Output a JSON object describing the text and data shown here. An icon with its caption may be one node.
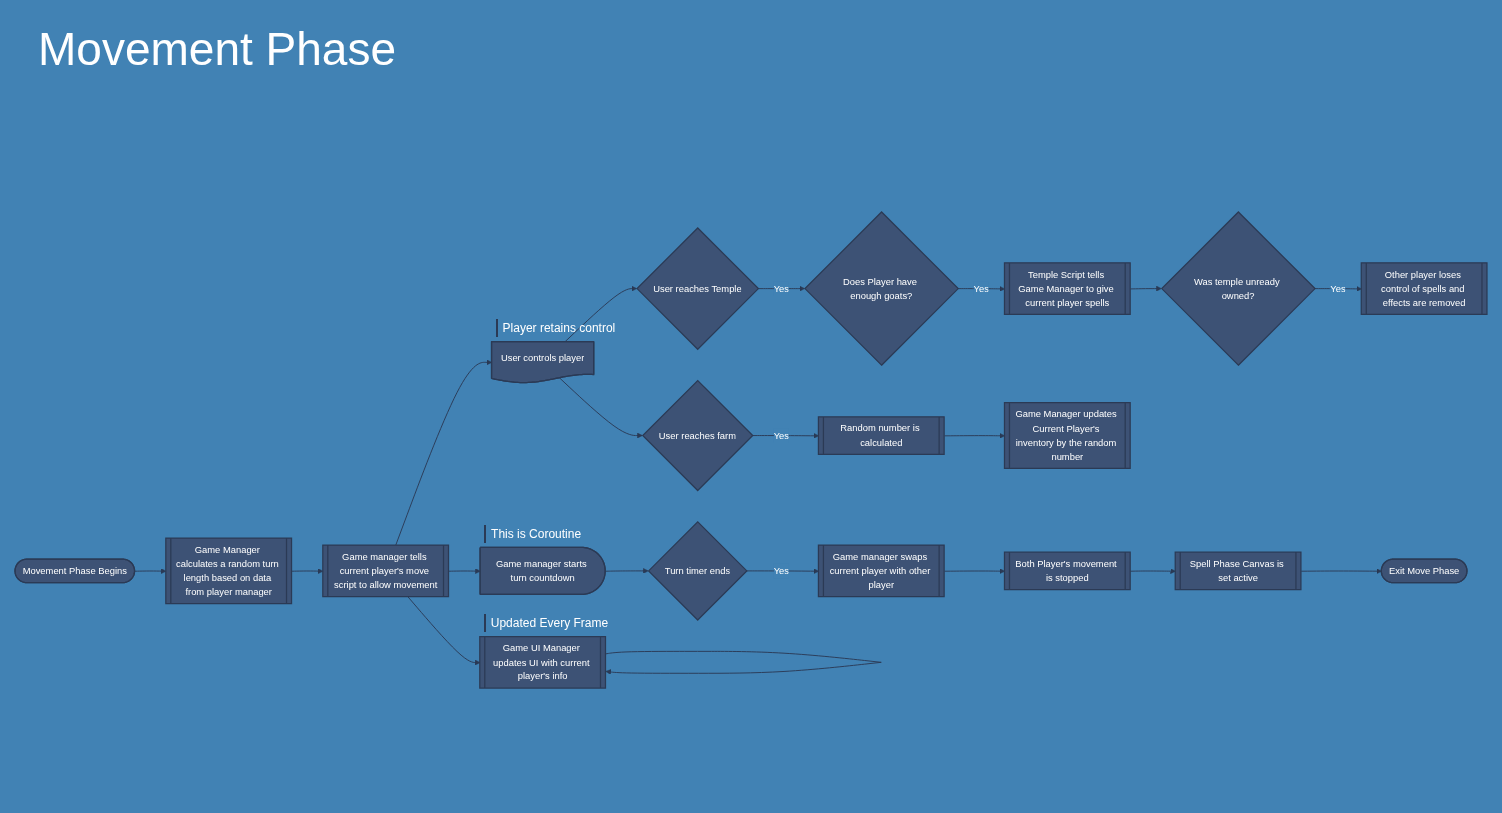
{
  "diagram": {
    "title": "Movement Phase",
    "nodes": [
      {
        "text": [
          "Movement Phase Begins"
        ]
      },
      {
        "text": [
          "Game Manager calculates a random turn length based on data from player manager"
        ]
      },
      {
        "text": [
          "Game manager tells current player's move script to allow movement"
        ]
      },
      {
        "text": [
          "User controls player"
        ],
        "beside": [
          "Player retains control"
        ]
      },
      {
        "text": [
          "User reaches Temple"
        ]
      },
      {
        "text": [
          "Does Player have enough goats?"
        ]
      },
      {
        "text": [
          "Temple Script tells Game Manager to give current player spells"
        ]
      },
      {
        "text": [
          "Was temple unready owned?"
        ]
      },
      {
        "text": [
          "Other player loses control of spells and effects are removed"
        ]
      },
      {
        "text": [
          "Game UI Manager updates UI with current player's info"
        ],
        "beside": [
          "Updated Every Frame"
        ]
      },
      {
        "text": [
          "Game manager starts turn countdown"
        ],
        "beside": [
          "This is Coroutine"
        ]
      },
      {
        "text": [
          "User reaches farm"
        ]
      },
      {
        "text": [
          "Random number is calculated"
        ]
      },
      {
        "text": [
          "Game Manager updates Current Player's inventory by the random number"
        ]
      },
      {
        "text": [
          "Turn timer ends"
        ]
      },
      {
        "text": [
          "Game manager swaps current player with other player"
        ]
      },
      {
        "text": [
          "Both Player's movement is stopped"
        ]
      },
      {
        "text": [
          "Spell Phase Canvas is set active"
        ]
      },
      {
        "text": [
          "Exit Move Phase"
        ]
      }
    ],
    "edges": [
      {
        "from": 0,
        "to": 1,
        "arrow": "to"
      },
      {
        "from": 1,
        "to": 2,
        "arrow": "to"
      },
      {
        "from": 2,
        "to": 3,
        "arrow": "to"
      },
      {
        "from": 3,
        "to": 4,
        "arrow": "to"
      },
      {
        "from": 4,
        "to": 5,
        "label": "Yes",
        "arrow": "to"
      },
      {
        "from": 5,
        "to": 6,
        "label": "Yes",
        "arrow": "to"
      },
      {
        "from": 6,
        "to": 7,
        "arrow": "to"
      },
      {
        "from": 7,
        "to": 8,
        "label": "Yes",
        "arrow": "to"
      },
      {
        "from": 2,
        "to": 9,
        "arrow": "to"
      },
      {
        "from": 2,
        "to": 10,
        "arrow": "to"
      },
      {
        "from": 9,
        "to": 9,
        "arrow": "to"
      },
      {
        "from": 3,
        "to": 11,
        "arrow": "to"
      },
      {
        "from": 11,
        "to": 12,
        "label": "Yes",
        "arrow": "to"
      },
      {
        "from": 12,
        "to": 13,
        "arrow": "to"
      },
      {
        "from": 10,
        "to": 14,
        "arrow": "to"
      },
      {
        "from": 14,
        "to": 15,
        "label": "Yes",
        "arrow": "to"
      },
      {
        "from": 15,
        "to": 16,
        "arrow": "to"
      },
      {
        "from": 16,
        "to": 17,
        "arrow": "to"
      },
      {
        "from": 17,
        "to": 18,
        "arrow": "to"
      }
    ]
  }
}
